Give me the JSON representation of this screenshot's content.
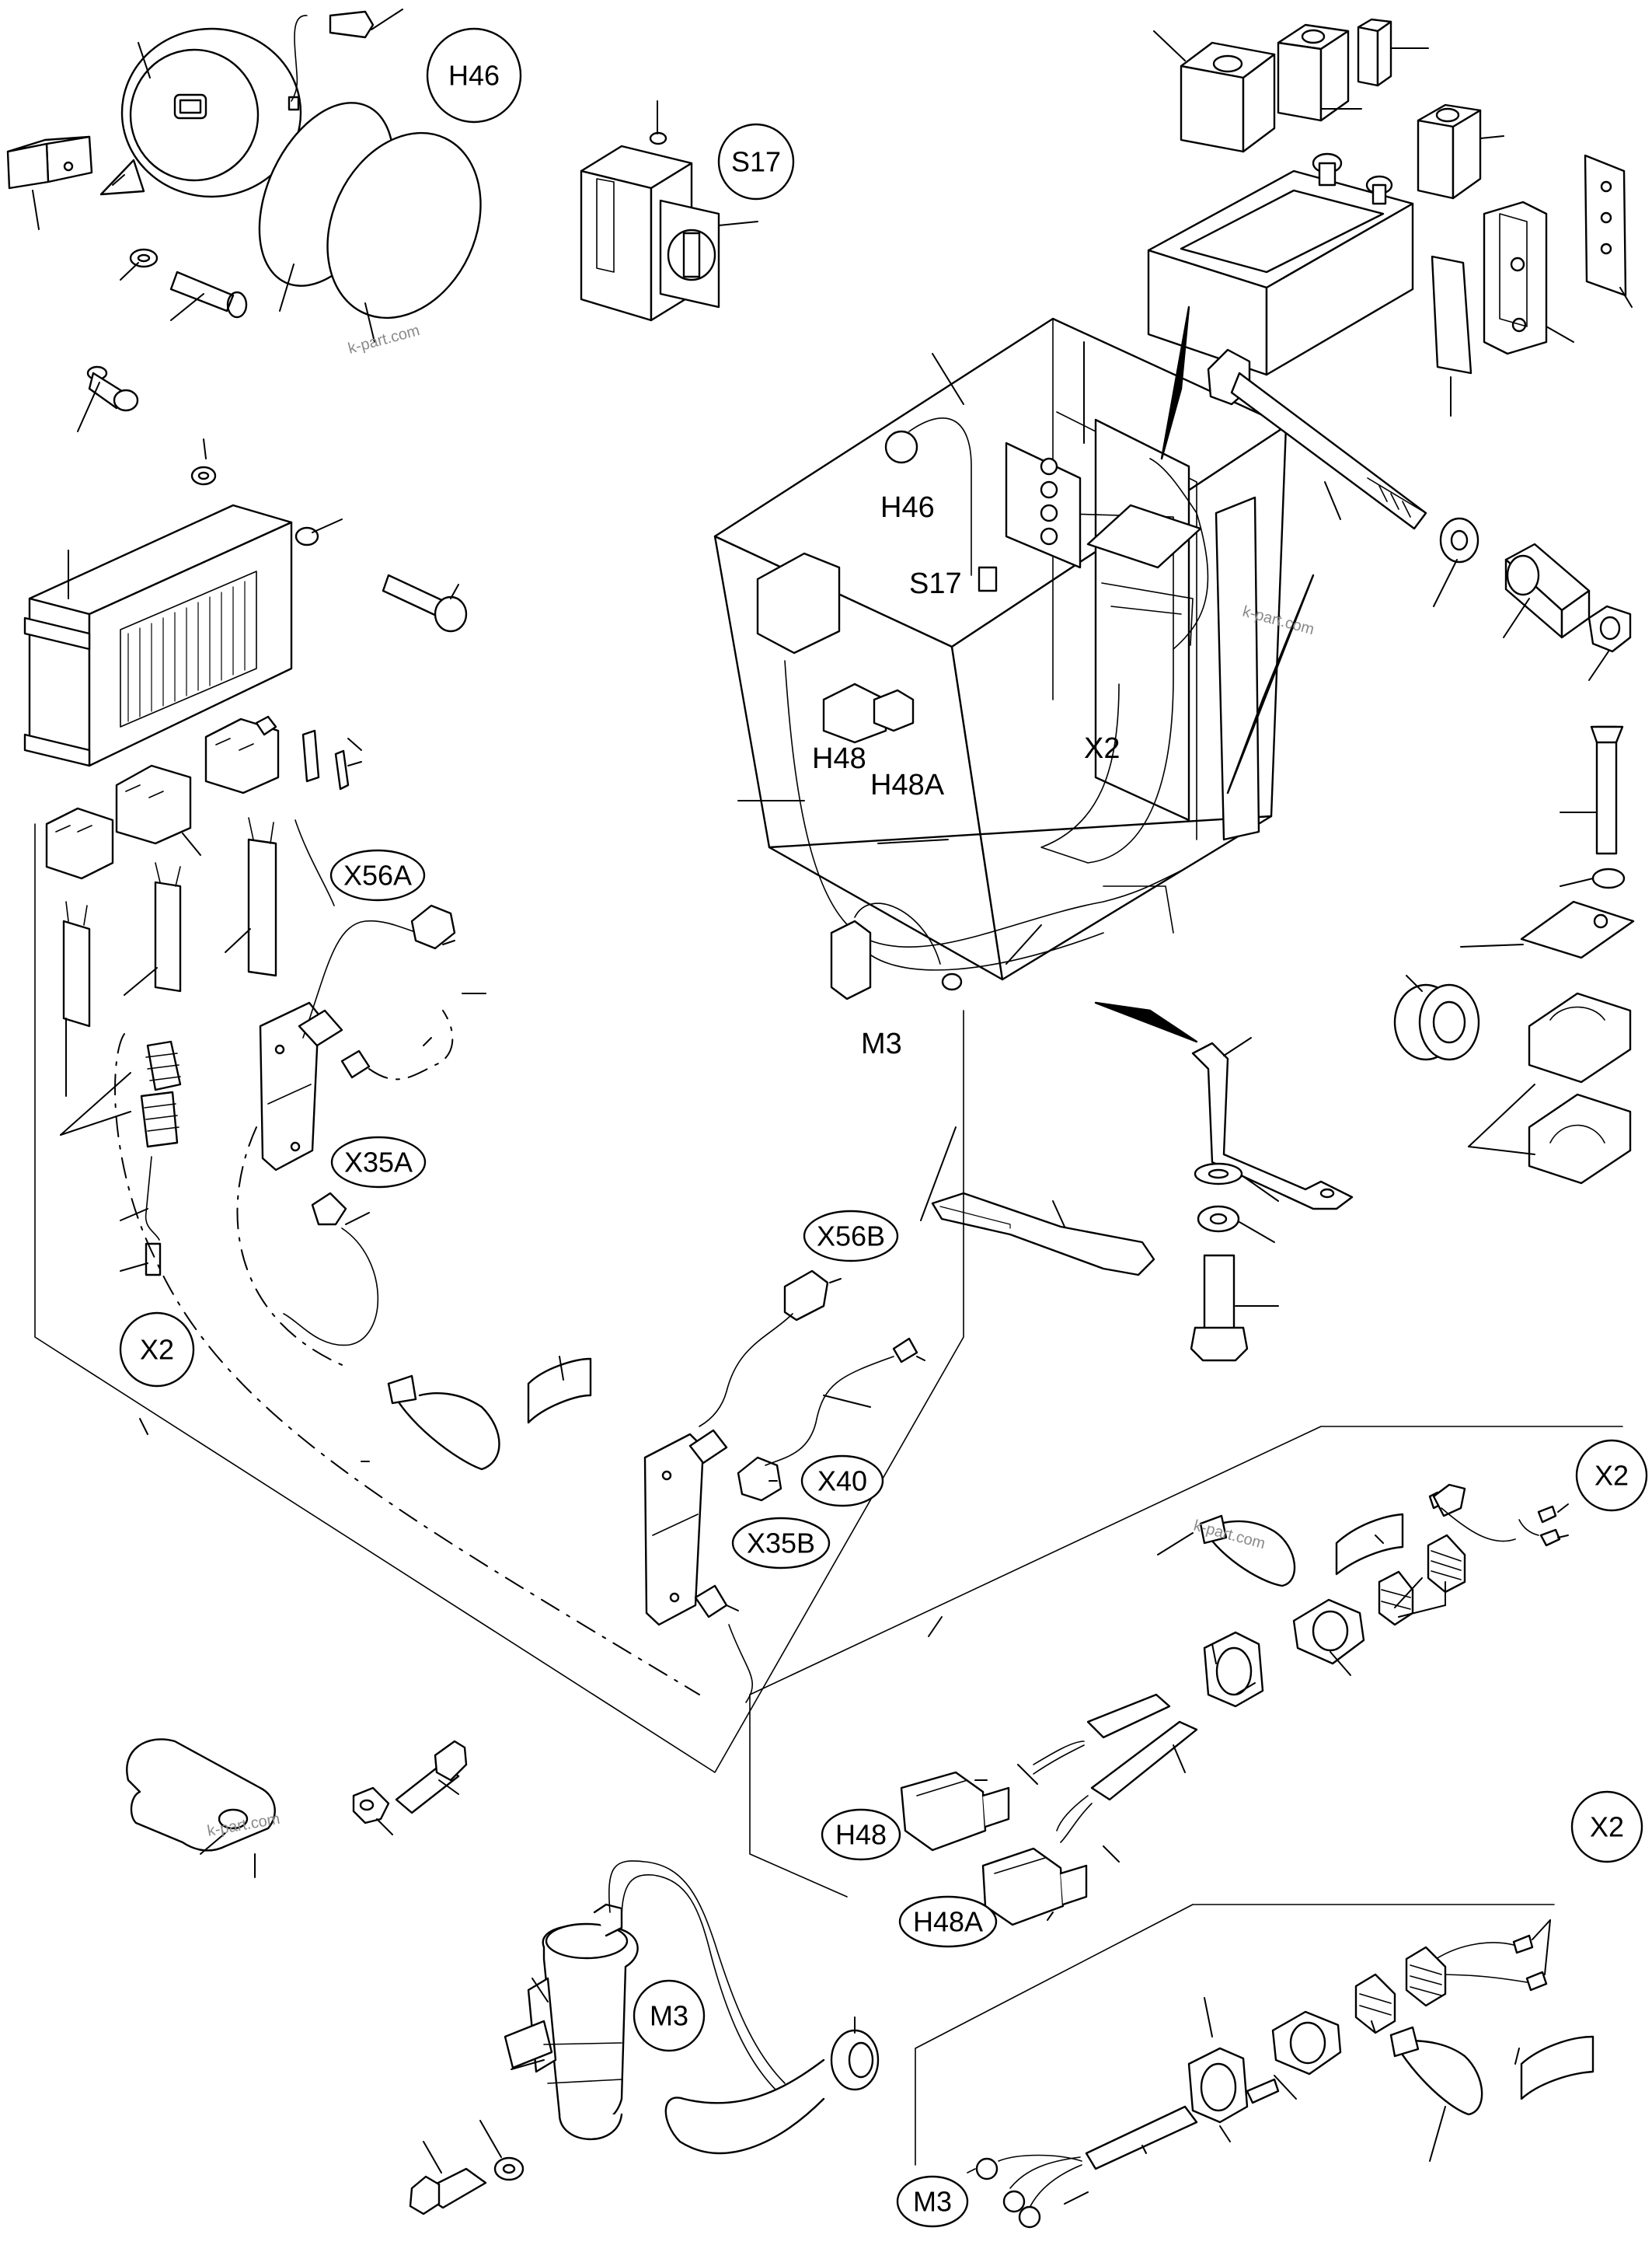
{
  "labels": {
    "H46": "H46",
    "S17": "S17",
    "X2": "X2",
    "H48": "H48",
    "H48A": "H48A",
    "M3": "M3",
    "X56A": "X56A",
    "X56B": "X56B",
    "X35A": "X35A",
    "X35B": "X35B",
    "X40": "X40"
  },
  "watermark": "k-part.com"
}
